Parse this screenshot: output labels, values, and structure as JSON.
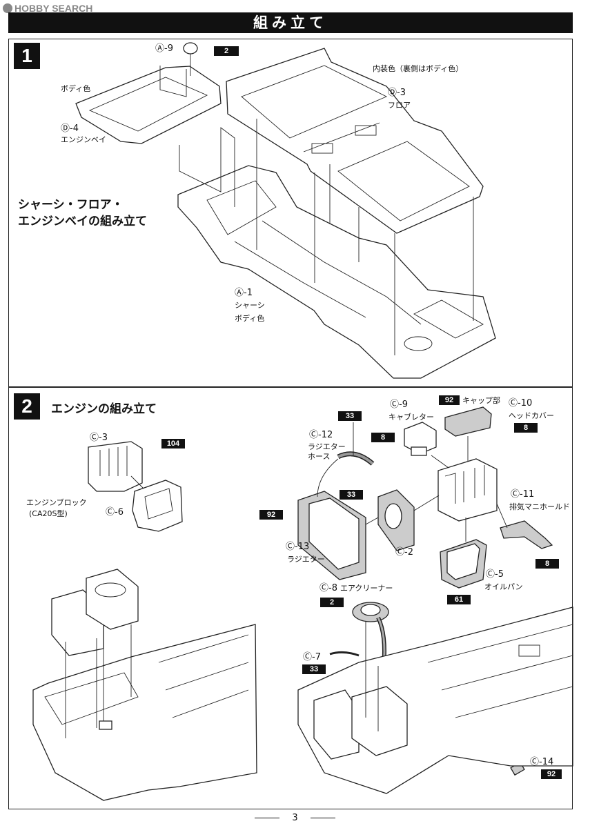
{
  "watermark": "HOBBY SEARCH",
  "header": {
    "title": "組み立て"
  },
  "step1": {
    "number": "1",
    "title_lines": [
      "シャーシ・フロア・",
      "エンジンベイの組み立て"
    ],
    "labels": {
      "a9_ref": "Ⓐ-9",
      "a9_tag": "2",
      "body_color_1": "ボディ色",
      "d4_ref": "Ⓓ-4",
      "d4_name": "エンジンベイ",
      "interior_note": "内装色（裏側はボディ色）",
      "d3_ref": "Ⓓ-3",
      "d3_name": "フロア",
      "a1_ref": "Ⓐ-1",
      "a1_name": "シャーシ",
      "body_color_2": "ボディ色"
    }
  },
  "step2": {
    "number": "2",
    "title": "エンジンの組み立て",
    "labels": {
      "c3_ref": "Ⓒ-3",
      "c3_tag": "104",
      "engine_block": "エンジンブロック",
      "engine_type": "(CA20S型)",
      "c6_ref": "Ⓒ-6",
      "c12_ref": "Ⓒ-12",
      "c12_name1": "ラジエター",
      "c12_name2": "ホース",
      "c12_tag": "33",
      "c9_ref": "Ⓒ-9",
      "c9_name": "キャブレター",
      "c9_tag": "8",
      "cap_tag": "92",
      "cap_name": "キャップ部",
      "c10_ref": "Ⓒ-10",
      "c10_name": "ヘッドカバー",
      "c10_tag": "8",
      "c2_tag": "33",
      "c13_tag": "92",
      "c13_ref": "Ⓒ-13",
      "c13_name": "ラジエター",
      "c2_ref": "Ⓒ-2",
      "c11_ref": "Ⓒ-11",
      "c11_name": "排気マニホールド",
      "c11_tag": "8",
      "c5_ref": "Ⓒ-5",
      "c5_name": "オイルパン",
      "c5_tag": "61",
      "c8_ref": "Ⓒ-8",
      "c8_name": "エアクリーナー",
      "c8_tag": "2",
      "c7_ref": "Ⓒ-7",
      "c7_tag": "33",
      "c14_ref": "Ⓒ-14",
      "c14_tag": "92"
    }
  },
  "footer": {
    "page": "3"
  }
}
